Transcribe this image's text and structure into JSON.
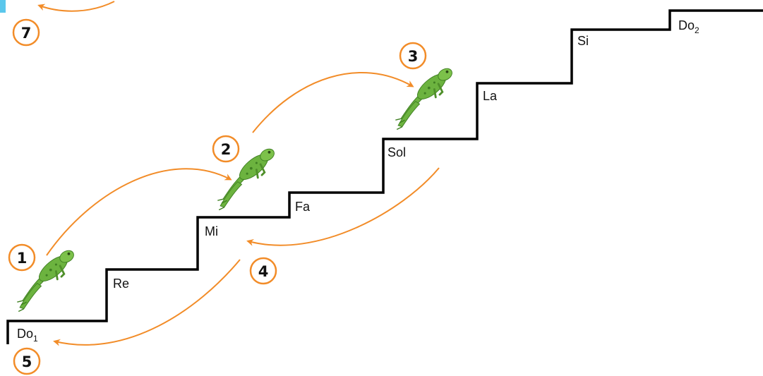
{
  "colors": {
    "arrow": "#f28c28",
    "badge_ring": "#f28c28",
    "staircase": "#000000",
    "frog_body": "#6cb33f",
    "frog_dark": "#3f7f22",
    "corner_tab": "#5bc7ec"
  },
  "staircase": {
    "notes": [
      {
        "name": "Do",
        "sub": "1"
      },
      {
        "name": "Re"
      },
      {
        "name": "Mi"
      },
      {
        "name": "Fa"
      },
      {
        "name": "Sol"
      },
      {
        "name": "La"
      },
      {
        "name": "Si"
      },
      {
        "name": "Do",
        "sub": "2"
      }
    ]
  },
  "steps": [
    {
      "number": "7"
    },
    {
      "number": "1"
    },
    {
      "number": "2"
    },
    {
      "number": "3"
    },
    {
      "number": "4"
    },
    {
      "number": "5"
    }
  ],
  "icons": {
    "frog": "frog-icon",
    "arrow": "curved-arrow"
  }
}
